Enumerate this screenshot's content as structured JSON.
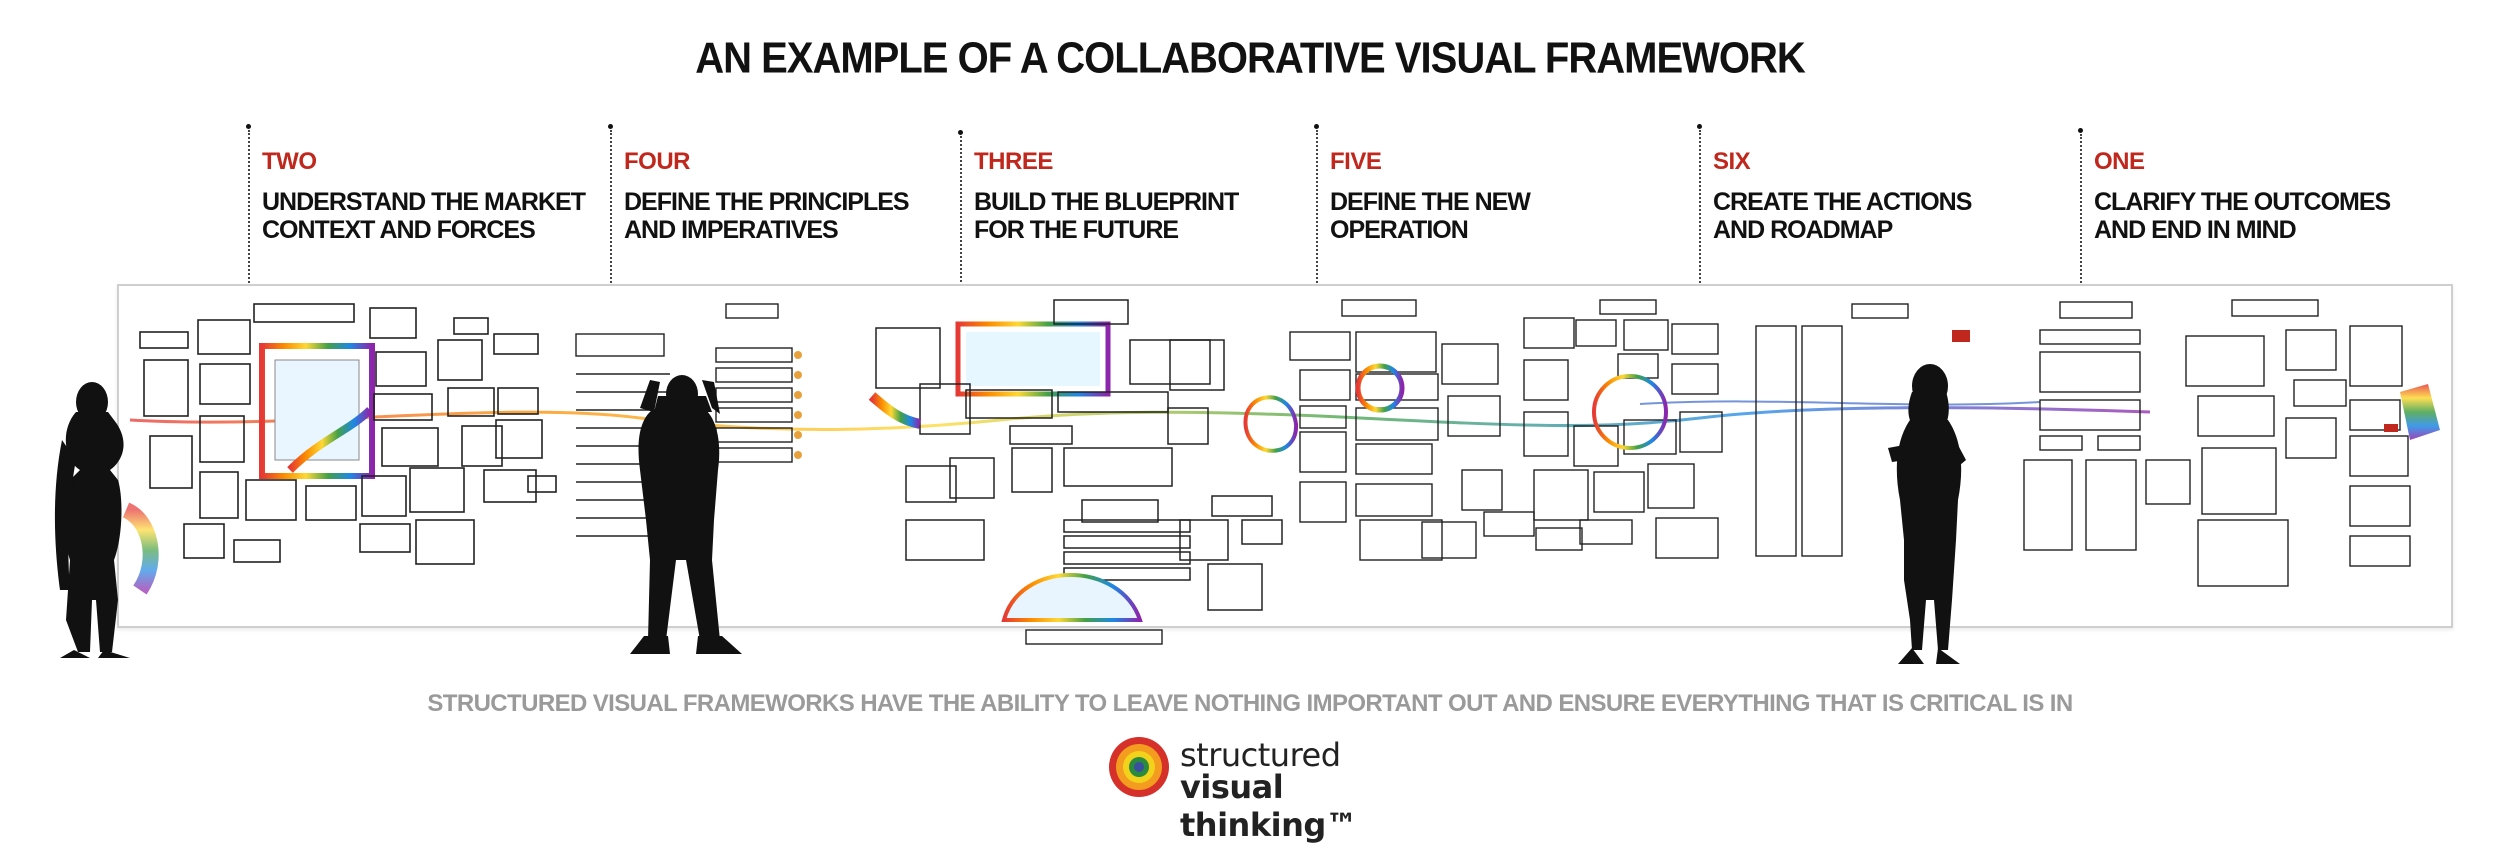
{
  "title": "AN EXAMPLE OF A COLLABORATIVE VISUAL FRAMEWORK",
  "stages": [
    {
      "number": "TWO",
      "line1": "UNDERSTAND THE MARKET",
      "line2": "CONTEXT AND FORCES"
    },
    {
      "number": "FOUR",
      "line1": "DEFINE THE PRINCIPLES",
      "line2": "AND IMPERATIVES"
    },
    {
      "number": "THREE",
      "line1": "BUILD THE BLUEPRINT",
      "line2": "FOR THE FUTURE"
    },
    {
      "number": "FIVE",
      "line1": "DEFINE THE NEW",
      "line2": "OPERATION"
    },
    {
      "number": "SIX",
      "line1": "CREATE THE ACTIONS",
      "line2": "AND ROADMAP"
    },
    {
      "number": "ONE",
      "line1": "CLARIFY THE OUTCOMES",
      "line2": "AND END IN MIND"
    }
  ],
  "tagline": "STRUCTURED VISUAL FRAMEWORKS HAVE THE ABILITY TO LEAVE NOTHING IMPORTANT OUT AND ENSURE EVERYTHING THAT IS CRITICAL IS IN",
  "logo": {
    "line1": "structured",
    "line2": "visual thinking™"
  },
  "colors": {
    "stage_number": "#c0271d",
    "tagline": "#9a9a9a",
    "heading": "#111111"
  }
}
